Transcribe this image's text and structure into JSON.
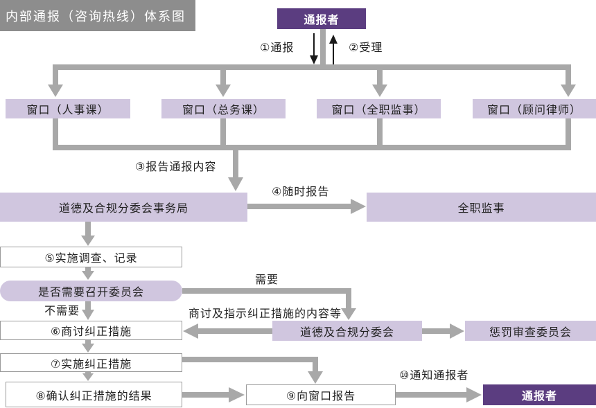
{
  "title": "内部通报（咨询热线）体系图",
  "colors": {
    "title_background": "#8d8d8d",
    "connector": "#a8a8a8",
    "box_light_purple": "#d0c6df",
    "box_dark_purple": "#5b3d80",
    "arrow_black": "#1a1a1a"
  },
  "reporter": {
    "top": "通报者",
    "bottom": "通报者"
  },
  "windows": [
    "窗口（人事课）",
    "窗口（总务课）",
    "窗口（全职监事）",
    "窗口（顾问律师）"
  ],
  "nodes": {
    "secretariat": "道德及合规分委会事务局",
    "full_time_auditor": "全职监事",
    "investigate": "⑤实施调查、记录",
    "decision": "是否需要召开委员会",
    "discuss": "⑥商讨纠正措施",
    "subcommittee": "道德及合规分委会",
    "discipline_committee": "惩罚审查委员会",
    "implement": "⑦实施纠正措施",
    "confirm": "⑧确认纠正措施的结果",
    "report_to_window": "⑨向窗口报告"
  },
  "edge_labels": {
    "report": "①通报",
    "accept": "②受理",
    "forward": "③报告通报内容",
    "timely_report": "④随时报告",
    "needed": "需要",
    "not_needed": "不需要",
    "instruct": "商讨及指示纠正措施的内容等",
    "notify": "⑩通知通报者"
  }
}
